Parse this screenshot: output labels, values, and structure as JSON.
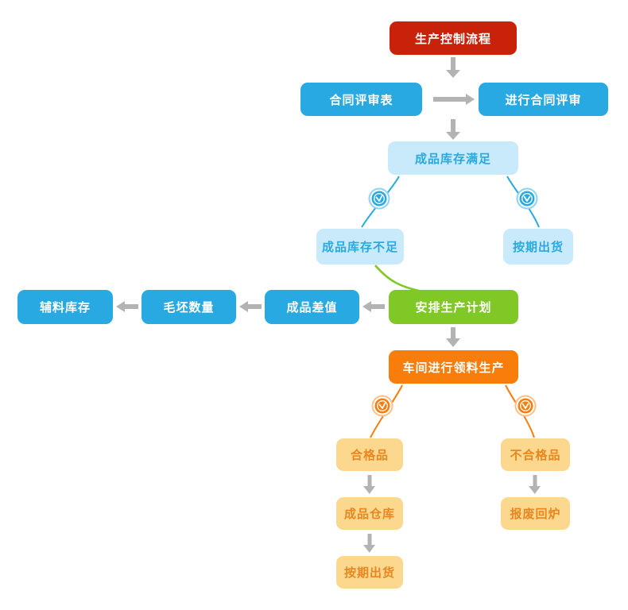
{
  "flowchart": {
    "title": "生产控制流程",
    "nodes": {
      "start": {
        "label": "生产控制流程",
        "color_role": "red"
      },
      "contract_form": {
        "label": "合同评审表",
        "color_role": "blue"
      },
      "contract_review": {
        "label": "进行合同评审",
        "color_role": "blue"
      },
      "stock_sufficient": {
        "label": "成品库存满足",
        "color_role": "lightblue"
      },
      "stock_insufficient": {
        "label": "成品库存不足",
        "color_role": "lightblue"
      },
      "ship_on_time_1": {
        "label": "按期出货",
        "color_role": "lightblue"
      },
      "aux_material_stock": {
        "label": "辅料库存",
        "color_role": "blue"
      },
      "blank_quantity": {
        "label": "毛坯数量",
        "color_role": "blue"
      },
      "finished_diff": {
        "label": "成品差值",
        "color_role": "blue"
      },
      "schedule_production": {
        "label": "安排生产计划",
        "color_role": "green"
      },
      "workshop_production": {
        "label": "车间进行领料生产",
        "color_role": "orange"
      },
      "qualified": {
        "label": "合格品",
        "color_role": "lightyellow"
      },
      "unqualified": {
        "label": "不合格品",
        "color_role": "lightyellow"
      },
      "finished_warehouse": {
        "label": "成品仓库",
        "color_role": "lightyellow"
      },
      "scrap_remelt": {
        "label": "报废回炉",
        "color_role": "lightyellow"
      },
      "ship_on_time_2": {
        "label": "按期出货",
        "color_role": "lightyellow"
      }
    },
    "icons": {
      "clock_blue_left": "clock-icon",
      "clock_blue_right": "clock-icon",
      "clock_orange_left": "clock-icon",
      "clock_orange_right": "clock-icon"
    },
    "colors": {
      "red": "#c9220b",
      "blue": "#29a9e1",
      "light_blue_fill": "#c9eafa",
      "light_blue_text": "#2aa9e0",
      "green": "#80c825",
      "orange": "#f97d0b",
      "light_yellow_fill": "#fcd88f",
      "light_yellow_text": "#e8861f",
      "arrow_gray": "#b3b3b3"
    }
  }
}
